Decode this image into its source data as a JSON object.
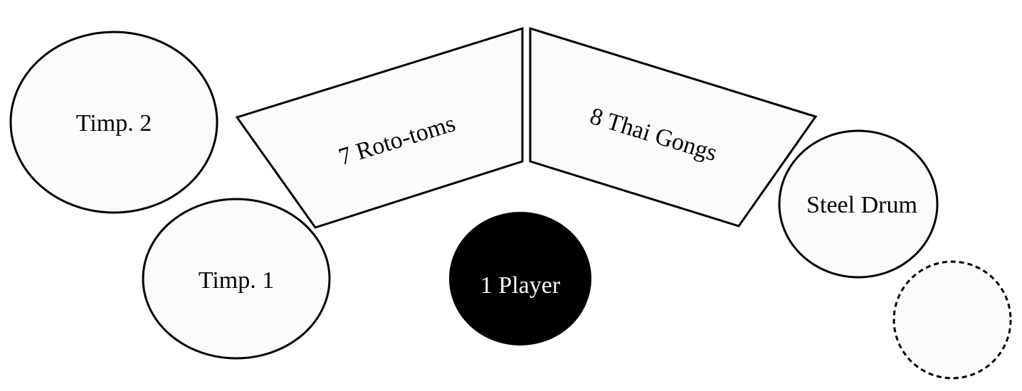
{
  "diagram": {
    "instruments": {
      "timp2": "Timp. 2",
      "timp1": "Timp. 1",
      "rototoms": "7 Roto-toms",
      "thai_gongs": "8 Thai Gongs",
      "steel_drum": "Steel Drum",
      "player": "1 Player"
    },
    "colors": {
      "fill": "#fafcfb",
      "stroke": "#000000",
      "player_fill": "#000000",
      "player_text": "#ffffff"
    }
  }
}
